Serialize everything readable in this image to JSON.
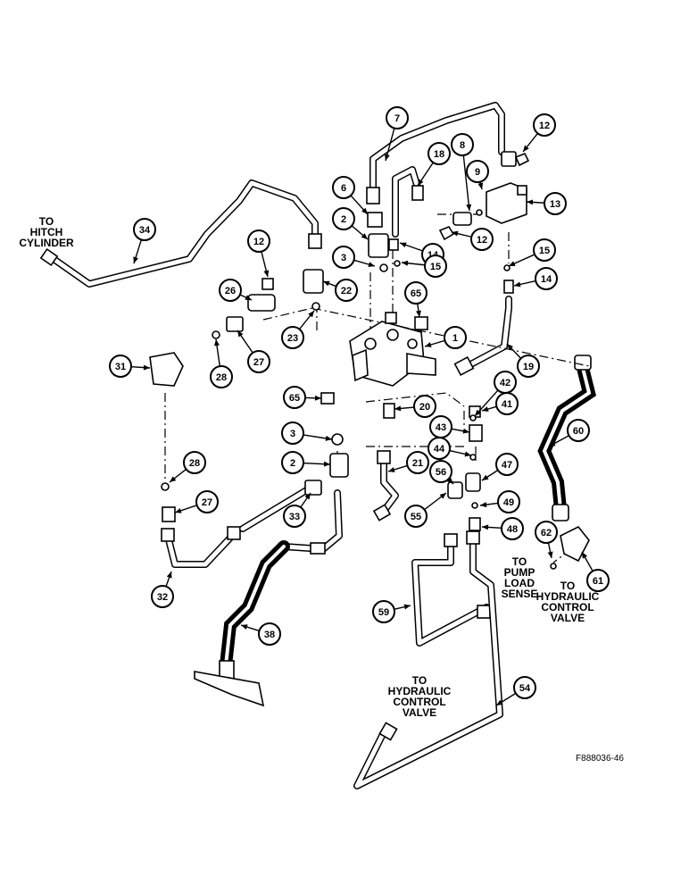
{
  "figure_code": "F888036-46",
  "labels": {
    "hitch": [
      "TO",
      "HITCH",
      "CYLINDER"
    ],
    "pump": [
      "TO",
      "PUMP",
      "LOAD",
      "SENSE"
    ],
    "hyd_right": [
      "TO",
      "HYDRAULIC",
      "CONTROL",
      "VALVE"
    ],
    "hyd_bottom": [
      "TO",
      "HYDRAULIC",
      "CONTROL",
      "VALVE"
    ]
  },
  "callouts": [
    {
      "id": "c7",
      "text": "7"
    },
    {
      "id": "c12a",
      "text": "12"
    },
    {
      "id": "c8",
      "text": "8"
    },
    {
      "id": "c18",
      "text": "18"
    },
    {
      "id": "c9",
      "text": "9"
    },
    {
      "id": "c13",
      "text": "13"
    },
    {
      "id": "c6",
      "text": "6"
    },
    {
      "id": "c34",
      "text": "34"
    },
    {
      "id": "c2a",
      "text": "2"
    },
    {
      "id": "c12b",
      "text": "12"
    },
    {
      "id": "c14a",
      "text": "14"
    },
    {
      "id": "c12c",
      "text": "12"
    },
    {
      "id": "c3a",
      "text": "3"
    },
    {
      "id": "c15a",
      "text": "15"
    },
    {
      "id": "c15b",
      "text": "15"
    },
    {
      "id": "c26",
      "text": "26"
    },
    {
      "id": "c22",
      "text": "22"
    },
    {
      "id": "c14b",
      "text": "14"
    },
    {
      "id": "c65a",
      "text": "65"
    },
    {
      "id": "c23",
      "text": "23"
    },
    {
      "id": "c1",
      "text": "1"
    },
    {
      "id": "c31",
      "text": "31"
    },
    {
      "id": "c28a",
      "text": "28"
    },
    {
      "id": "c27a",
      "text": "27"
    },
    {
      "id": "c19",
      "text": "19"
    },
    {
      "id": "c42",
      "text": "42"
    },
    {
      "id": "c65b",
      "text": "65"
    },
    {
      "id": "c20",
      "text": "20"
    },
    {
      "id": "c41",
      "text": "41"
    },
    {
      "id": "c3b",
      "text": "3"
    },
    {
      "id": "c43",
      "text": "43"
    },
    {
      "id": "c60",
      "text": "60"
    },
    {
      "id": "c44",
      "text": "44"
    },
    {
      "id": "c28b",
      "text": "28"
    },
    {
      "id": "c2b",
      "text": "2"
    },
    {
      "id": "c21",
      "text": "21"
    },
    {
      "id": "c56",
      "text": "56"
    },
    {
      "id": "c47",
      "text": "47"
    },
    {
      "id": "c27b",
      "text": "27"
    },
    {
      "id": "c33",
      "text": "33"
    },
    {
      "id": "c55",
      "text": "55"
    },
    {
      "id": "c49",
      "text": "49"
    },
    {
      "id": "c48",
      "text": "48"
    },
    {
      "id": "c62",
      "text": "62"
    },
    {
      "id": "c61",
      "text": "61"
    },
    {
      "id": "c32",
      "text": "32"
    },
    {
      "id": "c59",
      "text": "59"
    },
    {
      "id": "c38",
      "text": "38"
    },
    {
      "id": "c54",
      "text": "54"
    }
  ]
}
